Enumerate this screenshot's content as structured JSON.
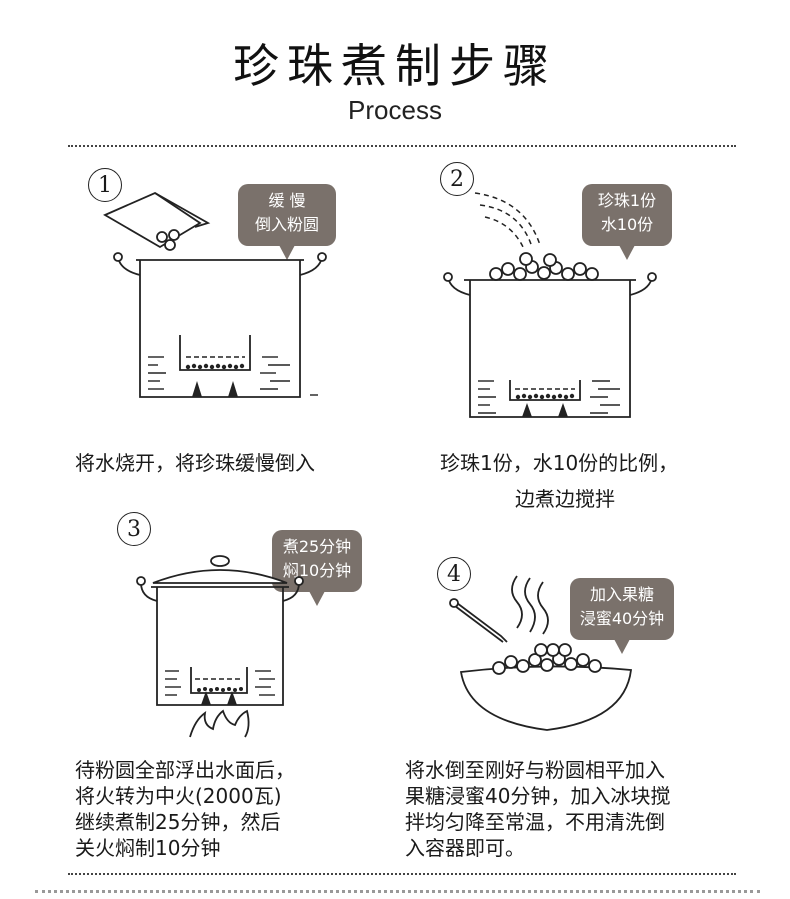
{
  "header": {
    "title": "珍珠煮制步骤",
    "subtitle": "Process"
  },
  "steps": [
    {
      "number": "1",
      "bubble": [
        "缓 慢",
        "倒入粉圆"
      ],
      "caption": [
        "将水烧开，将珍珠缓慢倒入"
      ]
    },
    {
      "number": "2",
      "bubble": [
        "珍珠1份",
        "水10份"
      ],
      "caption": [
        "珍珠1份，水10份的比例，",
        "边煮边搅拌"
      ]
    },
    {
      "number": "3",
      "bubble": [
        "煮25分钟",
        "焖10分钟"
      ],
      "caption": [
        "待粉圆全部浮出水面后，",
        "将火转为中火(2000瓦)",
        "继续煮制25分钟，然后",
        "关火焖制10分钟"
      ]
    },
    {
      "number": "4",
      "bubble": [
        "加入果糖",
        "浸蜜40分钟"
      ],
      "caption": [
        "将水倒至刚好与粉圆相平加入",
        "果糖浸蜜40分钟，加入冰块搅",
        "拌均匀降至常温，不用清洗倒",
        "入容器即可。"
      ]
    }
  ]
}
